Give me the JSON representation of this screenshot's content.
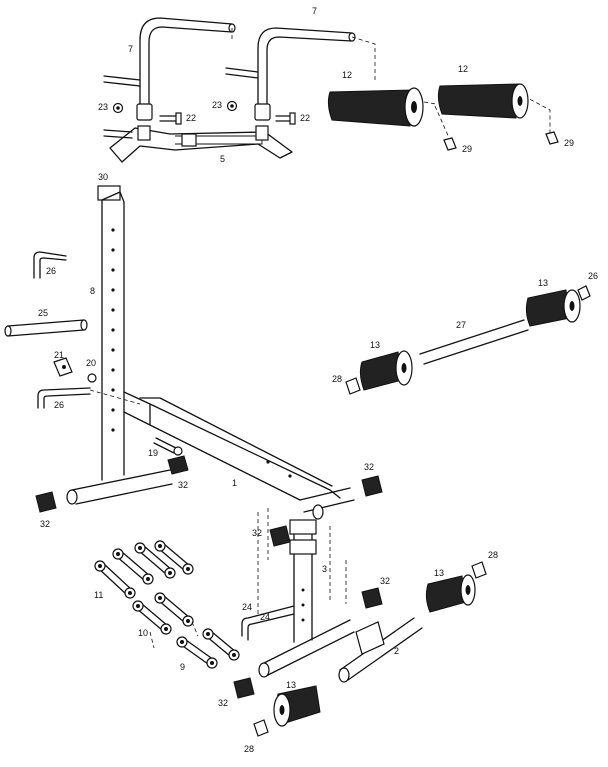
{
  "diagram": {
    "part_labels": {
      "top_crossbar_right": "7",
      "top_upright_left": "7",
      "pad_top_left": "12",
      "pad_top_right": "12",
      "nut_left": "23",
      "nut_right": "23",
      "bolt_left": "22",
      "bolt_right": "22",
      "cap_top_left": "29",
      "cap_top_right": "29",
      "bracket": "5",
      "upright_cap": "30",
      "pin_upper": "26",
      "pin_side": "26",
      "pin_right": "26",
      "upright": "8",
      "bar_left": "25",
      "knob": "21",
      "washer": "20",
      "bolt_mid": "19",
      "foot_cap_left": "32",
      "foot_cap_mid": "32",
      "main_frame": "1",
      "foot_cap_right": "32",
      "foot_cap_lower": "32",
      "foot_cap_front": "32",
      "foot_cap_bottom": "32",
      "roller_right": "13",
      "roller_left": "13",
      "roller_low_right": "13",
      "roller_bottom": "13",
      "axle": "27",
      "cap_mid": "28",
      "cap_low_right": "28",
      "cap_bottom": "28",
      "leg_frame": "3",
      "pin_leg_a": "24",
      "pin_leg_b": "24",
      "rear_bar": "2",
      "link_a": "11",
      "link_b": "10",
      "link_c": "9"
    }
  }
}
